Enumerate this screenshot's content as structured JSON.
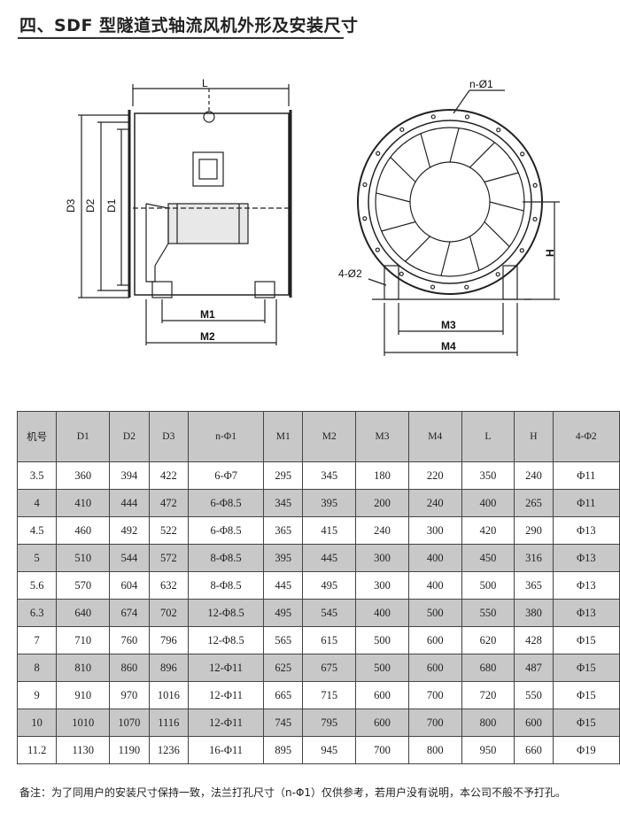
{
  "title": "四、SDF 型隧道式轴流风机外形及安装尺寸",
  "drawing_labels": {
    "L": "L",
    "D1": "D1",
    "D2": "D2",
    "D3": "D3",
    "M1": "M1",
    "M2": "M2",
    "n_phi1": "n-Ø1",
    "four_phi2": "4-Ø2",
    "M3": "M3",
    "M4": "M4",
    "H": "H"
  },
  "table": {
    "headers": [
      "机号",
      "D1",
      "D2",
      "D3",
      "n-Φ1",
      "M1",
      "M2",
      "M3",
      "M4",
      "L",
      "H",
      "4-Φ2"
    ],
    "rows": [
      [
        "3.5",
        "360",
        "394",
        "422",
        "6-Φ7",
        "295",
        "345",
        "180",
        "220",
        "350",
        "240",
        "Φ11"
      ],
      [
        "4",
        "410",
        "444",
        "472",
        "6-Φ8.5",
        "345",
        "395",
        "200",
        "240",
        "400",
        "265",
        "Φ11"
      ],
      [
        "4.5",
        "460",
        "492",
        "522",
        "6-Φ8.5",
        "365",
        "415",
        "240",
        "300",
        "420",
        "290",
        "Φ13"
      ],
      [
        "5",
        "510",
        "544",
        "572",
        "8-Φ8.5",
        "395",
        "445",
        "300",
        "400",
        "450",
        "316",
        "Φ13"
      ],
      [
        "5.6",
        "570",
        "604",
        "632",
        "8-Φ8.5",
        "445",
        "495",
        "300",
        "400",
        "500",
        "365",
        "Φ13"
      ],
      [
        "6.3",
        "640",
        "674",
        "702",
        "12-Φ8.5",
        "495",
        "545",
        "400",
        "500",
        "550",
        "380",
        "Φ13"
      ],
      [
        "7",
        "710",
        "760",
        "796",
        "12-Φ8.5",
        "565",
        "615",
        "500",
        "600",
        "620",
        "428",
        "Φ15"
      ],
      [
        "8",
        "810",
        "860",
        "896",
        "12-Φ11",
        "625",
        "675",
        "500",
        "600",
        "680",
        "487",
        "Φ15"
      ],
      [
        "9",
        "910",
        "970",
        "1016",
        "12-Φ11",
        "665",
        "715",
        "600",
        "700",
        "720",
        "550",
        "Φ15"
      ],
      [
        "10",
        "1010",
        "1070",
        "1116",
        "12-Φ11",
        "745",
        "795",
        "600",
        "700",
        "800",
        "600",
        "Φ15"
      ],
      [
        "11.2",
        "1130",
        "1190",
        "1236",
        "16-Φ11",
        "895",
        "945",
        "700",
        "800",
        "950",
        "660",
        "Φ19"
      ]
    ]
  },
  "note": "备注：为了同用户的安装尺寸保持一致，法兰打孔尺寸（n-Φ1）仅供参考，若用户没有说明，本公司不般不予打孔。"
}
